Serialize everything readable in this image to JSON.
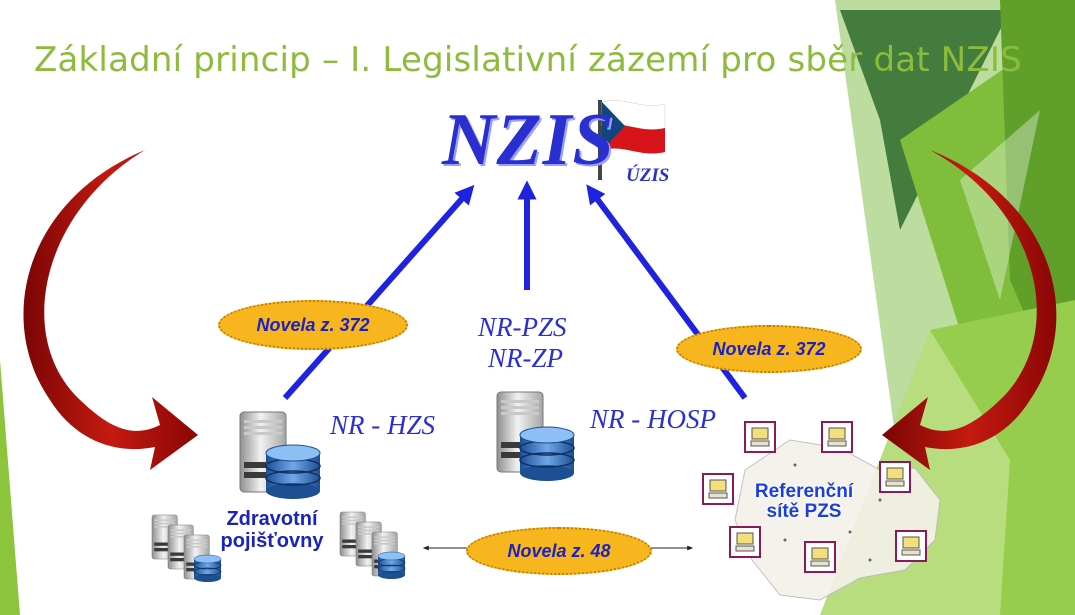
{
  "title": "Základní princip – I. Legislativní zázemí pro sběr dat NZIS",
  "center": {
    "logo_text": "NZIS",
    "sub_logo": "ÚZIS"
  },
  "registries": {
    "hzs": "NR - HZS",
    "pzs": "NR-PZS",
    "zp": "NR-ZP",
    "hosp": "NR - HOSP"
  },
  "amendments": {
    "left": "Novela z. 372",
    "right": "Novela z. 372",
    "bottom": "Novela z. 48"
  },
  "nodes": {
    "insurance_line1": "Zdravotní",
    "insurance_line2": "pojišťovny",
    "reference_line1": "Referenční",
    "reference_line2": "sítě PZS"
  },
  "colors": {
    "title": "#8dbb3b",
    "arrow_blue": "#1f23e0",
    "ellipse_fill": "#f7b61d",
    "curved_arrow": "#b01010",
    "accent_green": "#8cc43c"
  }
}
